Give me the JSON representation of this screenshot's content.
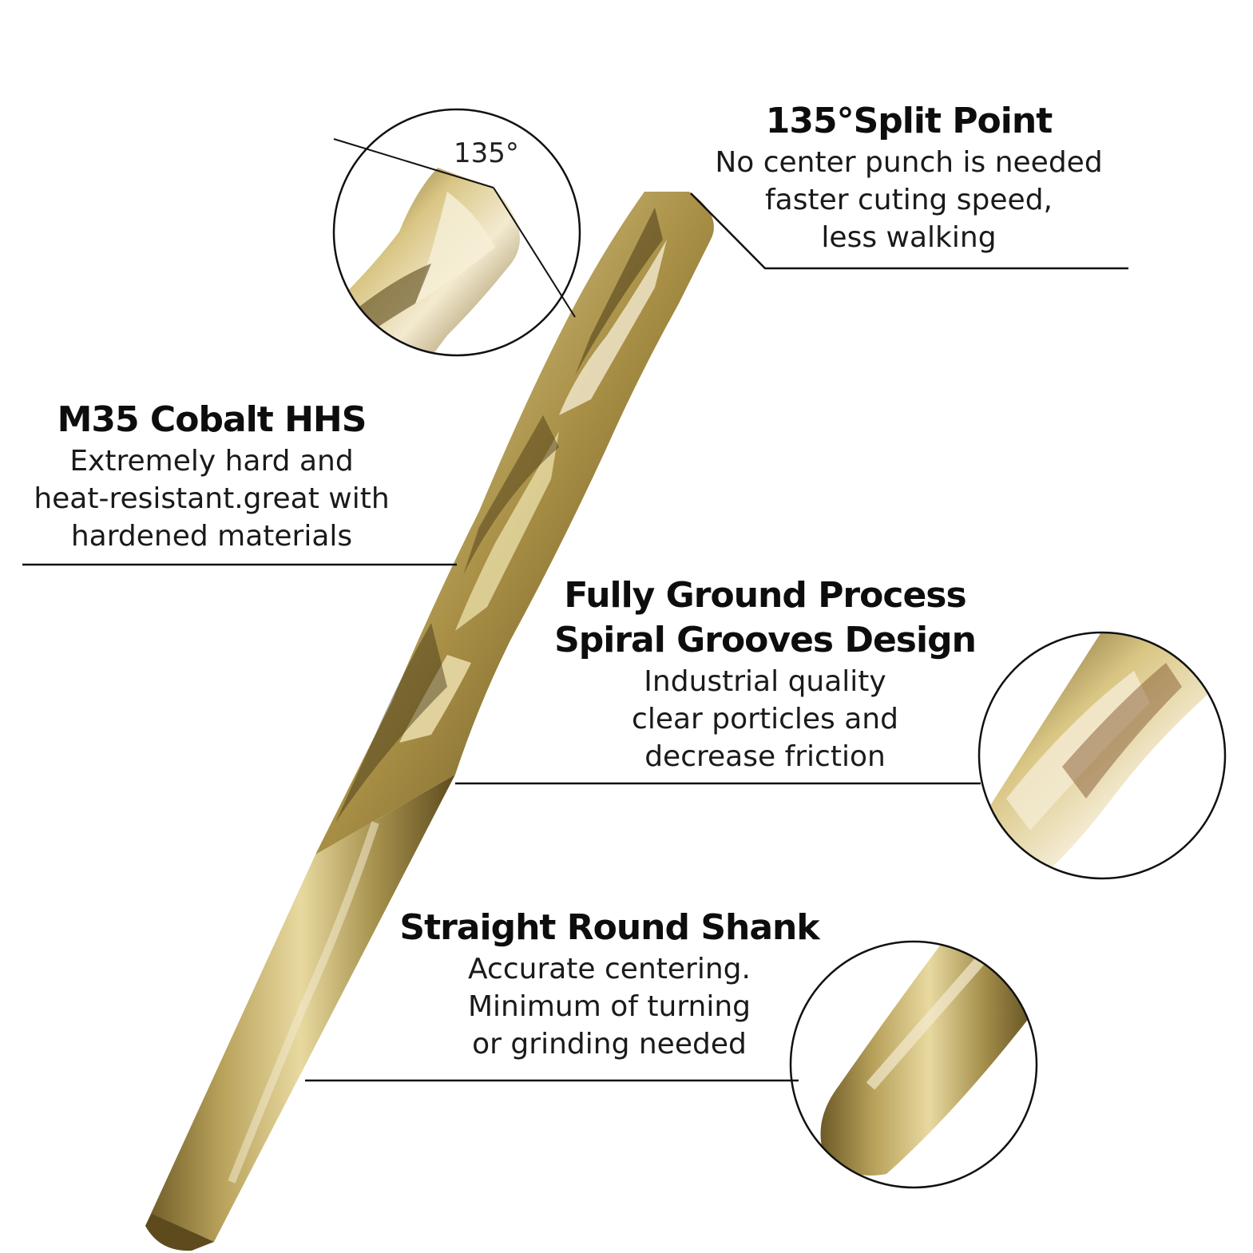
{
  "angle_label": "135°",
  "split_point": {
    "title": "135°Split Point",
    "lines": [
      "No center punch is needed",
      "faster cuting speed,",
      "less walking"
    ]
  },
  "cobalt": {
    "title": "M35 Cobalt HHS",
    "lines": [
      "Extremely hard and",
      "heat-resistant.great with",
      "hardened materials"
    ]
  },
  "grooves": {
    "title_lines": [
      "Fully Ground Process",
      "Spiral Grooves Design"
    ],
    "lines": [
      "Industrial quality",
      "clear porticles and",
      "decrease friction"
    ]
  },
  "shank": {
    "title": "Straight Round Shank",
    "lines": [
      "Accurate centering.",
      "Minimum of turning",
      "or grinding needed"
    ]
  },
  "colors": {
    "gold_light": "#e8d9a0",
    "gold_mid": "#b9a35c",
    "gold_dark": "#6e5a26",
    "line": "#111111"
  }
}
